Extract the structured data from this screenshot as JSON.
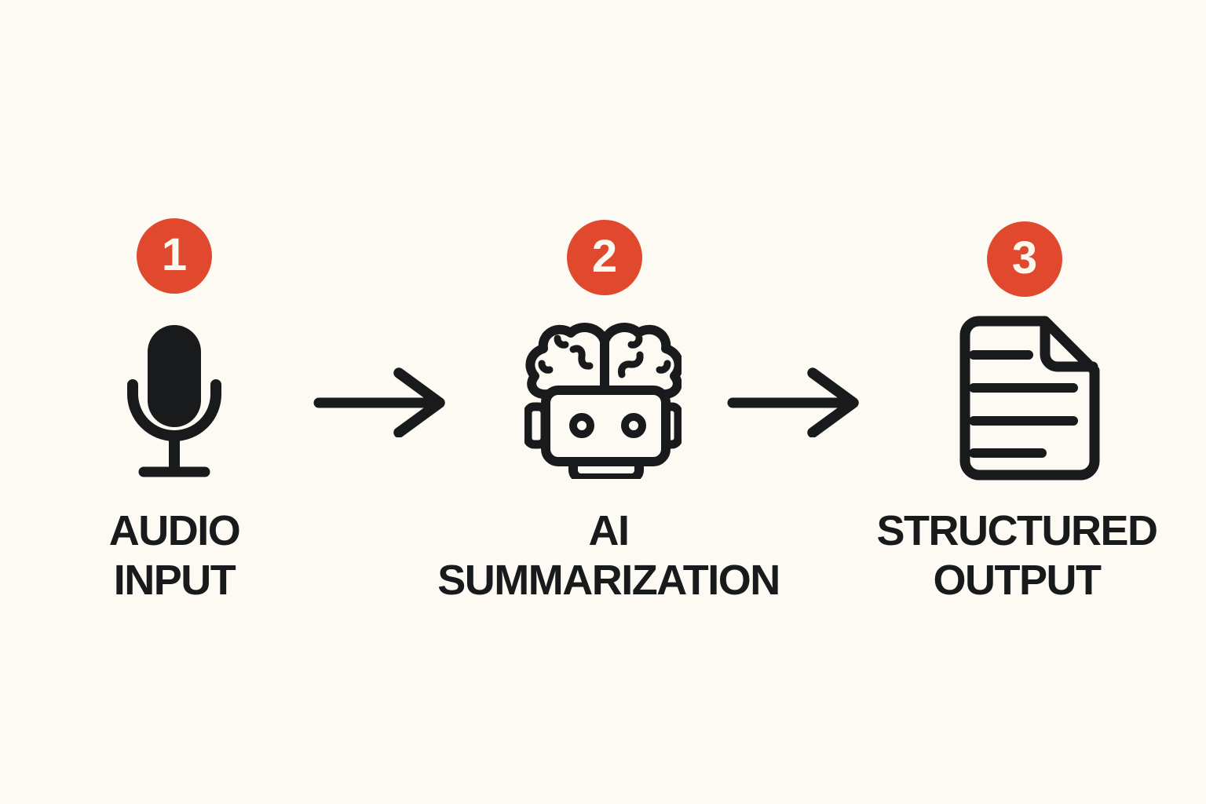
{
  "colors": {
    "background": "#FCFAF2",
    "ink": "#181A1C",
    "accent_red": "#E0492E",
    "badge_number_color": "#FBF8F0"
  },
  "diagram": {
    "type": "process-flow",
    "steps": [
      {
        "number": "1",
        "label_lines": [
          "AUDIO",
          "INPUT"
        ],
        "icon": "microphone-icon"
      },
      {
        "number": "2",
        "label_lines": [
          "AI",
          "SUMMARIZATION"
        ],
        "icon": "ai-robot-brain-icon"
      },
      {
        "number": "3",
        "label_lines": [
          "STRUCTURED",
          "OUTPUT"
        ],
        "icon": "document-icon"
      }
    ],
    "connectors": [
      {
        "icon": "arrow-right-icon",
        "from": "AUDIO INPUT",
        "to": "AI SUMMARIZATION"
      },
      {
        "icon": "arrow-right-icon",
        "from": "AI SUMMARIZATION",
        "to": "STRUCTURED OUTPUT"
      }
    ]
  }
}
